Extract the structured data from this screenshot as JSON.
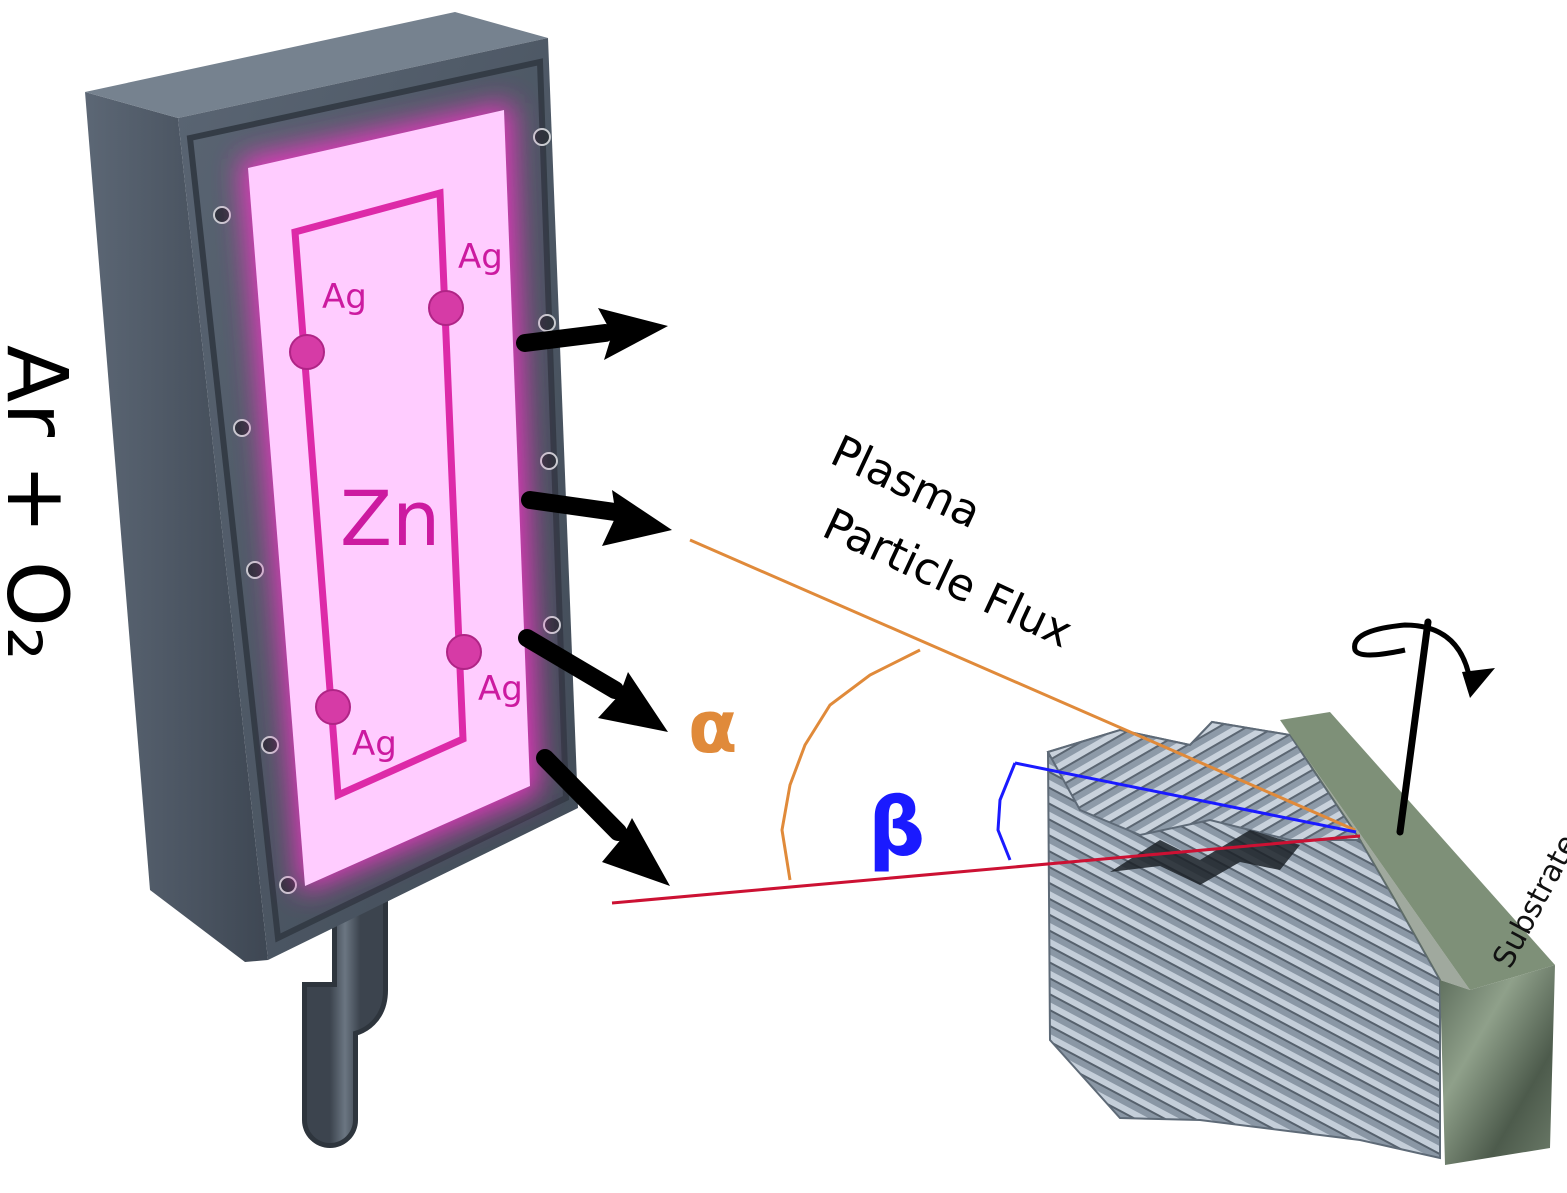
{
  "gas_label": "Ar + O₂",
  "target": {
    "center_label": "Zn",
    "insert_labels": [
      "Ag",
      "Ag",
      "Ag",
      "Ag"
    ]
  },
  "flux_label": {
    "line1": "Plasma",
    "line2": "Particle Flux"
  },
  "angles": {
    "alpha": "α",
    "beta": "β"
  },
  "substrate_label": "Substrate",
  "colors": {
    "plasma_glow": "#ff33cc",
    "target_face": "#ffccff",
    "racetrack": "#dd2aa8",
    "alpha_line": "#e08a3a",
    "beta_line": "#1a1aff",
    "flux_line": "#cc1133",
    "housing": "#4d5866"
  },
  "icons": [
    "flux-arrow-icon",
    "rotation-arrow-icon"
  ]
}
